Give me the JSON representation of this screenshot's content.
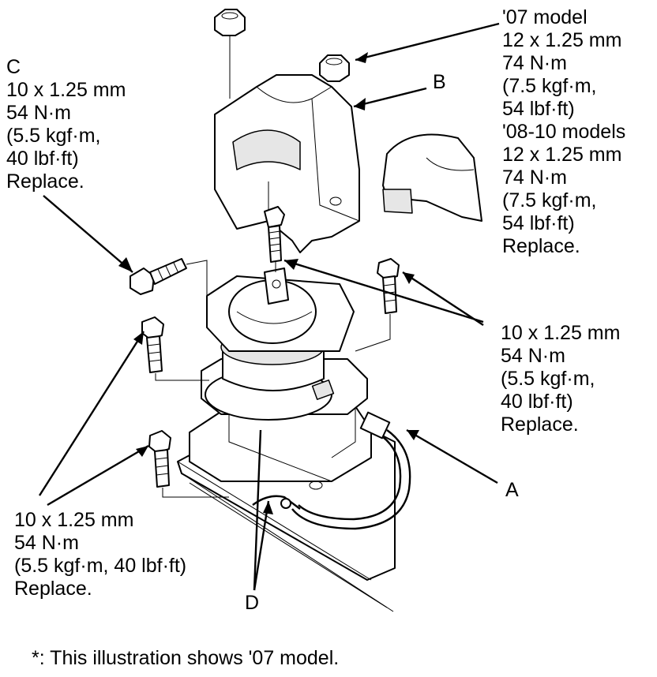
{
  "callouts": {
    "c": [
      "C",
      "10 x 1.25 mm",
      "54 N·m",
      "(5.5 kgf·m,",
      "40 lbf·ft)",
      "Replace."
    ],
    "b": "B",
    "top_right": [
      "'07 model",
      "12 x 1.25 mm",
      "74 N·m",
      "(7.5 kgf·m,",
      "54 lbf·ft)",
      "'08-10 models",
      "12 x 1.25 mm",
      "74 N·m",
      "(7.5 kgf·m,",
      "54 lbf·ft)",
      "Replace."
    ],
    "right_mid": [
      "10 x 1.25 mm",
      "54 N·m",
      "(5.5 kgf·m,",
      "40 lbf·ft)",
      "Replace."
    ],
    "a": "A",
    "bottom_left": [
      "10 x 1.25 mm",
      "54 N·m",
      "(5.5 kgf·m, 40 lbf·ft)",
      "Replace."
    ],
    "d": "D"
  },
  "footnote": "*: This illustration shows '07 model."
}
